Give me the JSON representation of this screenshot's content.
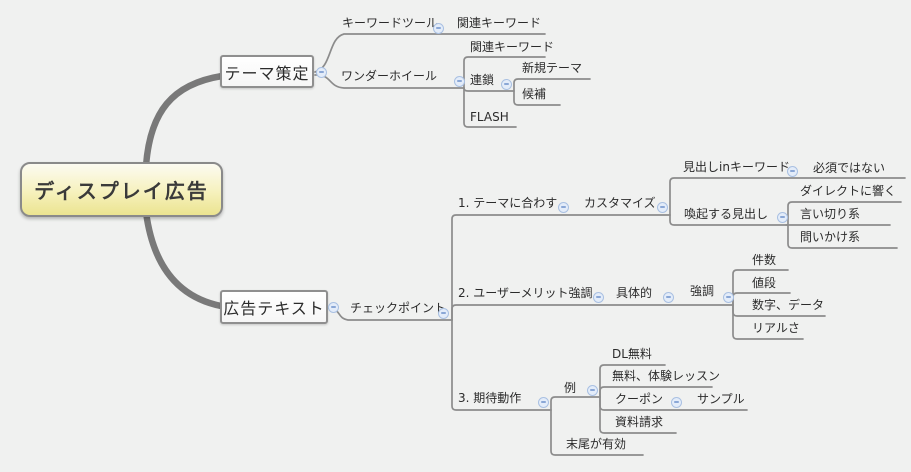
{
  "colors": {
    "background": "#f0f1f0",
    "edge_line": "#8c8c8c",
    "trunk": "#797979",
    "root_fill_top": "#fcfbf1",
    "root_fill_bottom": "#ebe490",
    "node_border": "#8f8f8f",
    "collapse_icon_fill": "#e3ecf9",
    "collapse_icon_border": "#a9c0e2",
    "text": "#2b2b2b"
  },
  "icons": {
    "collapse": "minus-in-circle"
  },
  "map": {
    "root": {
      "label": "ディスプレイ広告"
    },
    "branches": [
      {
        "label": "テーマ策定",
        "children": [
          {
            "label": "キーワードツール",
            "children": [
              {
                "label": "関連キーワード"
              }
            ]
          },
          {
            "label": "ワンダーホイール",
            "children": [
              {
                "label": "関連キーワード"
              },
              {
                "label": "連鎖",
                "children": [
                  {
                    "label": "新規テーマ"
                  },
                  {
                    "label": "候補"
                  }
                ]
              },
              {
                "label": "FLASH"
              }
            ]
          }
        ]
      },
      {
        "label": "広告テキスト",
        "children": [
          {
            "label": "チェックポイント",
            "children": [
              {
                "label": "1. テーマに合わす",
                "children": [
                  {
                    "label": "カスタマイズ",
                    "children": [
                      {
                        "label": "見出しinキーワード",
                        "children": [
                          {
                            "label": "必須ではない"
                          }
                        ]
                      },
                      {
                        "label": "喚起する見出し",
                        "children": [
                          {
                            "label": "ダイレクトに響く"
                          },
                          {
                            "label": "言い切り系"
                          },
                          {
                            "label": "問いかけ系"
                          }
                        ]
                      }
                    ]
                  }
                ]
              },
              {
                "label": "2. ユーザーメリット強調",
                "children": [
                  {
                    "label": "具体的",
                    "children": [
                      {
                        "label": "強調",
                        "children": [
                          {
                            "label": "件数"
                          },
                          {
                            "label": "値段"
                          },
                          {
                            "label": "数字、データ"
                          },
                          {
                            "label": "リアルさ"
                          }
                        ]
                      }
                    ]
                  }
                ]
              },
              {
                "label": "3. 期待動作",
                "children": [
                  {
                    "label": "例",
                    "children": [
                      {
                        "label": "DL無料"
                      },
                      {
                        "label": "無料、体験レッスン"
                      },
                      {
                        "label": "クーポン",
                        "children": [
                          {
                            "label": "サンプル"
                          }
                        ]
                      },
                      {
                        "label": "資料請求"
                      }
                    ]
                  },
                  {
                    "label": "末尾が有効"
                  }
                ]
              }
            ]
          }
        ]
      }
    ]
  }
}
